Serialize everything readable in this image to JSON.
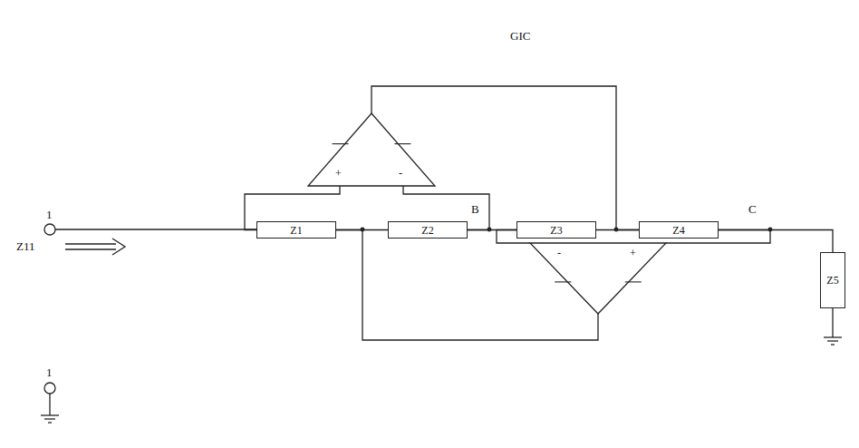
{
  "diagram": {
    "nodes": [
      {
        "text": [
          "+",
          "-"
        ]
      },
      {
        "text": [
          "Z1"
        ]
      },
      {
        "text": [
          "Z2"
        ]
      },
      {
        "text": [
          "Z3"
        ]
      },
      {
        "text": [
          "Z4"
        ]
      },
      {
        "text": [
          "-",
          "+"
        ]
      },
      {
        "text": [
          "Z5"
        ]
      }
    ],
    "edges": [
      {
        "from": 1,
        "to": 2,
        "arrow": "none"
      },
      {
        "from": 2,
        "to": 3,
        "arrow": "none"
      },
      {
        "from": 3,
        "to": 4,
        "arrow": "none"
      },
      {
        "from": 4,
        "to": 6,
        "arrow": "none"
      },
      {
        "from": 0,
        "to": 1,
        "arrow": "none"
      },
      {
        "from": 0,
        "to": 2,
        "arrow": "none"
      },
      {
        "from": 0,
        "to": 4,
        "arrow": "none"
      },
      {
        "from": 5,
        "to": 3,
        "arrow": "none"
      },
      {
        "from": 5,
        "to": 4,
        "arrow": "none"
      },
      {
        "from": 5,
        "to": 1,
        "arrow": "none"
      }
    ],
    "labels": [
      "GIC",
      "1",
      "Z11",
      "B",
      "C",
      "1"
    ]
  }
}
